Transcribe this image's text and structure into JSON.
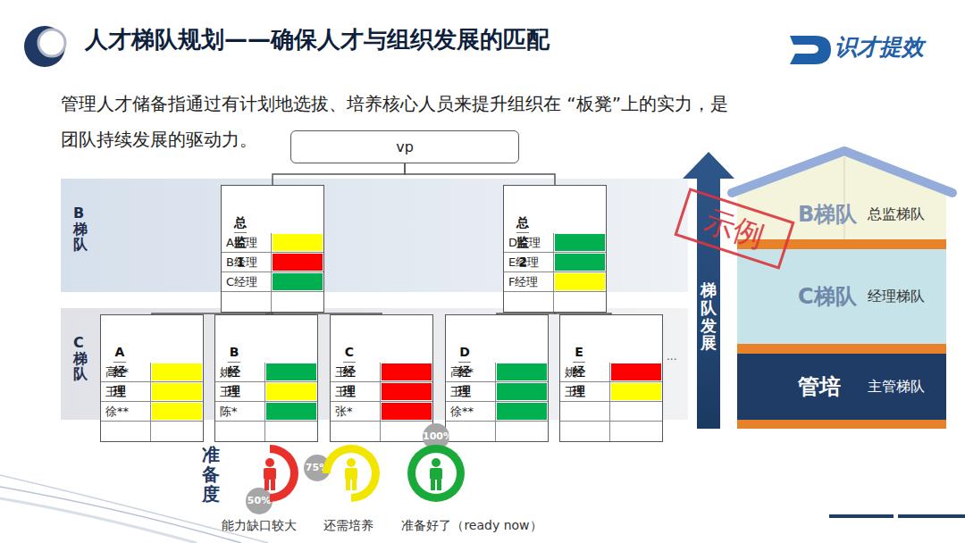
{
  "diagram": {
    "title": "人才梯队规划——确保人才与组织发展的匹配",
    "nodes": [
      {
        "text": [
          "vp"
        ]
      },
      {
        "text": [
          "B梯队"
        ]
      },
      {
        "text": [
          "总监1"
        ],
        "in": 1
      },
      {
        "text": [
          "总监2"
        ],
        "in": 1
      },
      {
        "text": [
          "C梯队"
        ]
      },
      {
        "text": [
          "A经理"
        ],
        "in": 4
      },
      {
        "text": [
          "B经理"
        ],
        "in": 4
      },
      {
        "text": [
          "C经理"
        ],
        "in": 4
      },
      {
        "text": [
          "D经理"
        ],
        "in": 4
      },
      {
        "text": [
          "E经理"
        ],
        "in": 4
      },
      {
        "text": [
          "梯队发展"
        ]
      },
      {
        "text": [
          "B梯队",
          "总监梯队"
        ]
      },
      {
        "text": [
          "C梯队",
          "经理梯队"
        ]
      },
      {
        "text": [
          "管培",
          "主管梯队"
        ]
      }
    ],
    "edges": [
      {
        "from": 0,
        "to": 2,
        "arrow": "none"
      },
      {
        "from": 0,
        "to": 3,
        "arrow": "none"
      },
      {
        "from": 2,
        "to": 5,
        "arrow": "none"
      },
      {
        "from": 2,
        "to": 6,
        "arrow": "none"
      },
      {
        "from": 2,
        "to": 7,
        "arrow": "none"
      },
      {
        "from": 3,
        "to": 8,
        "arrow": "none"
      },
      {
        "from": 3,
        "to": 9,
        "arrow": "none"
      }
    ],
    "labels": [
      "管理人才储备指通过有计划地选拔、培养核心人员来提升组织在 “板凳”上的实力，是团队持续发展的驱动力。",
      "识才提效",
      "A经理",
      "B经理",
      "C经理",
      "D经理",
      "E经理",
      "F经理",
      "高**",
      "王*",
      "徐**",
      "姚*",
      "王*",
      "陈*",
      "王*",
      "王*",
      "张*",
      "高**",
      "王*",
      "徐**",
      "姚*",
      "王*",
      "...",
      "准备度",
      "50%",
      "75%",
      "100%",
      "示例"
    ],
    "legend": [
      {
        "text": "能力缺口较大",
        "color": "#e8312a"
      },
      {
        "text": "还需培养",
        "color": "#f2e600"
      },
      {
        "text": "准备好了（ready now）",
        "color": "#1aaa3a"
      }
    ]
  }
}
